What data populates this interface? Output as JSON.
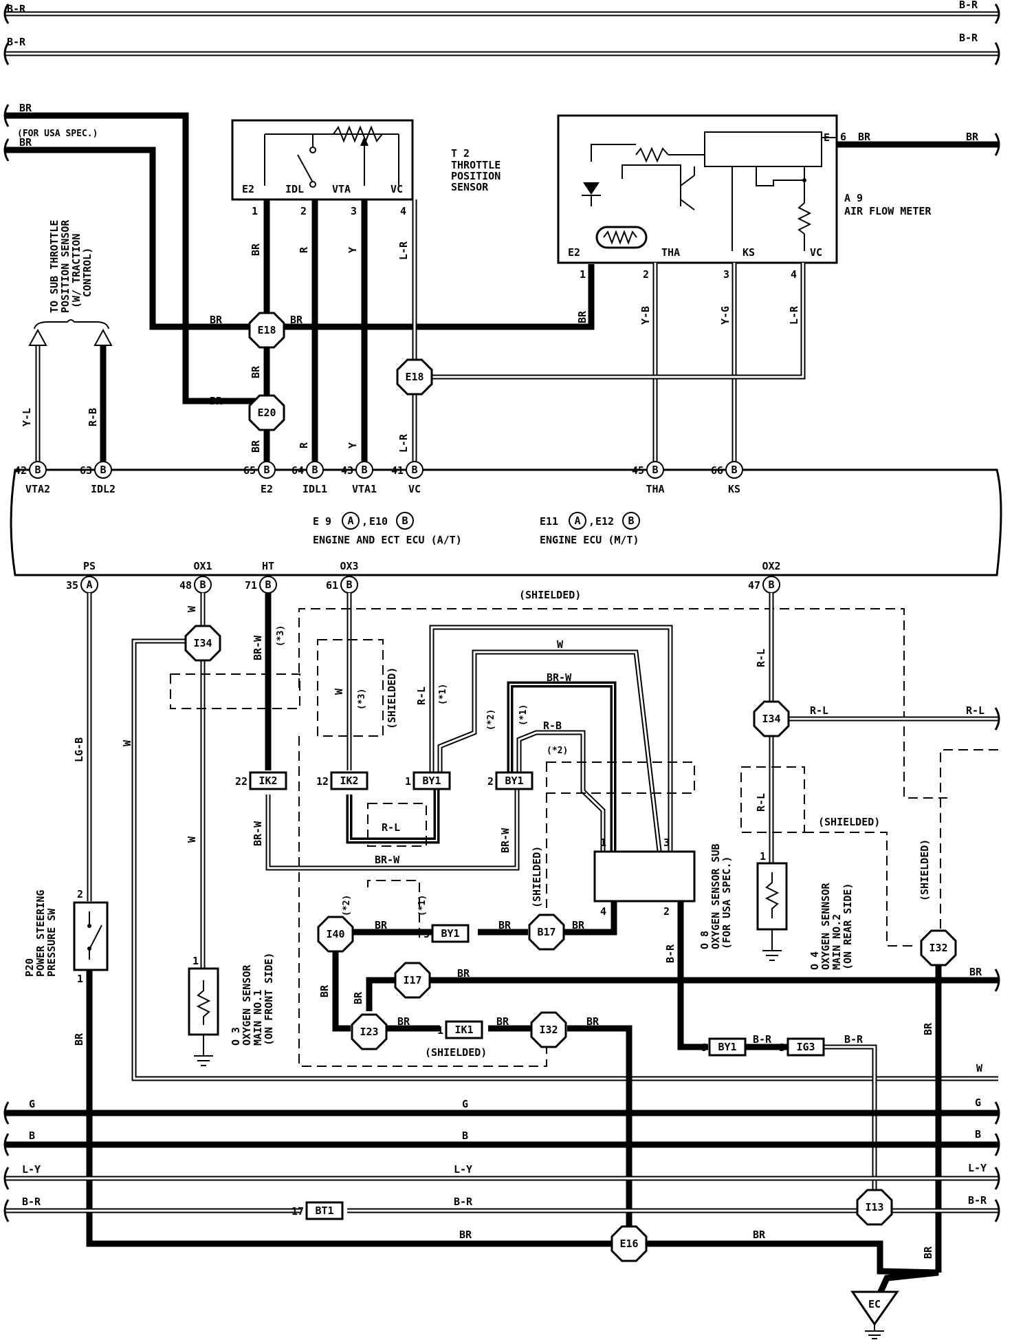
{
  "top_buses": [
    "B-R",
    "B-R"
  ],
  "components": {
    "tps": {
      "ref": "T 2",
      "name": [
        "THROTTLE",
        "POSITION",
        "SENSOR"
      ],
      "pins": [
        "E2",
        "IDL",
        "VTA",
        "VC"
      ],
      "pin_nums": [
        "1",
        "2",
        "3",
        "4"
      ]
    },
    "afm": {
      "ref": "A 9",
      "name": "AIR FLOW METER",
      "pins": [
        "E2",
        "THA",
        "KS",
        "VC"
      ],
      "pin_nums": [
        "1",
        "2",
        "3",
        "4"
      ],
      "e_pin": "E",
      "e_num": "6"
    },
    "ecu": {
      "line1_left": "E 9",
      "line1_left_b": "E10",
      "line2_left": "ENGINE AND ECT ECU (A/T)",
      "line1_right": "E11",
      "line1_right_b": "E12",
      "line2_right": "ENGINE ECU (M/T)",
      "top_pins": [
        {
          "num": "42",
          "conn": "B",
          "name": "VTA2"
        },
        {
          "num": "63",
          "conn": "B",
          "name": "IDL2"
        },
        {
          "num": "65",
          "conn": "B",
          "name": "E2"
        },
        {
          "num": "64",
          "conn": "B",
          "name": "IDL1"
        },
        {
          "num": "43",
          "conn": "B",
          "name": "VTA1"
        },
        {
          "num": "41",
          "conn": "B",
          "name": "VC"
        },
        {
          "num": "45",
          "conn": "B",
          "name": "THA"
        },
        {
          "num": "66",
          "conn": "B",
          "name": "KS"
        }
      ],
      "bottom_pins": [
        {
          "num": "35",
          "conn": "A",
          "name": "PS"
        },
        {
          "num": "48",
          "conn": "B",
          "name": "OX1"
        },
        {
          "num": "71",
          "conn": "B",
          "name": "HT"
        },
        {
          "num": "61",
          "conn": "B",
          "name": "OX3"
        },
        {
          "num": "47",
          "conn": "B",
          "name": "OX2"
        }
      ]
    },
    "sub_tps_note": [
      "TO SUB THROTTLE",
      "POSITION SENSOR",
      "(W/ TRACTION",
      "CONTROL)"
    ],
    "ps_sw": [
      "P20",
      "POWER STEERING",
      "PRESSURE SW"
    ],
    "o3": [
      "O 3",
      "OXYGEN SENSOR",
      "MAIN NO.1",
      "(ON FRONT SIDE)"
    ],
    "o4": [
      "O 4",
      "OXYGEN SENNSOR",
      "MAIN NO.2",
      "(ON REAR SIDE)"
    ],
    "o8": [
      "O 8",
      "OXYGEN SENSOR SUB",
      "(FOR USA SPEC.)"
    ],
    "for_usa": "(FOR USA SPEC.)",
    "shielded": "(SHIELDED)",
    "ground": "EC"
  },
  "junctions": [
    "E18",
    "E18",
    "E20",
    "I34",
    "I34",
    "B17",
    "I40",
    "I17",
    "I23",
    "I32",
    "I32",
    "I13",
    "E16"
  ],
  "connectors": [
    "IK2",
    "IK2",
    "BY1",
    "BY1",
    "BY1",
    "IK1",
    "BY1",
    "IG3",
    "BT1"
  ],
  "wire_labels": {
    "BR": "BR",
    "R": "R",
    "Y": "Y",
    "LR": "L-R",
    "YB": "Y-B",
    "YG": "Y-G",
    "YL": "Y-L",
    "RB": "R-B",
    "W": "W",
    "BRW": "BR-W",
    "RL": "R-L",
    "LGB": "LG-B",
    "BR2": "B-R",
    "G": "G",
    "B": "B",
    "LY": "L-Y"
  },
  "notes": [
    "(*1)",
    "(*2)",
    "(*3)"
  ],
  "bottom_buses": [
    "W",
    "G",
    "B",
    "L-Y",
    "B-R"
  ]
}
